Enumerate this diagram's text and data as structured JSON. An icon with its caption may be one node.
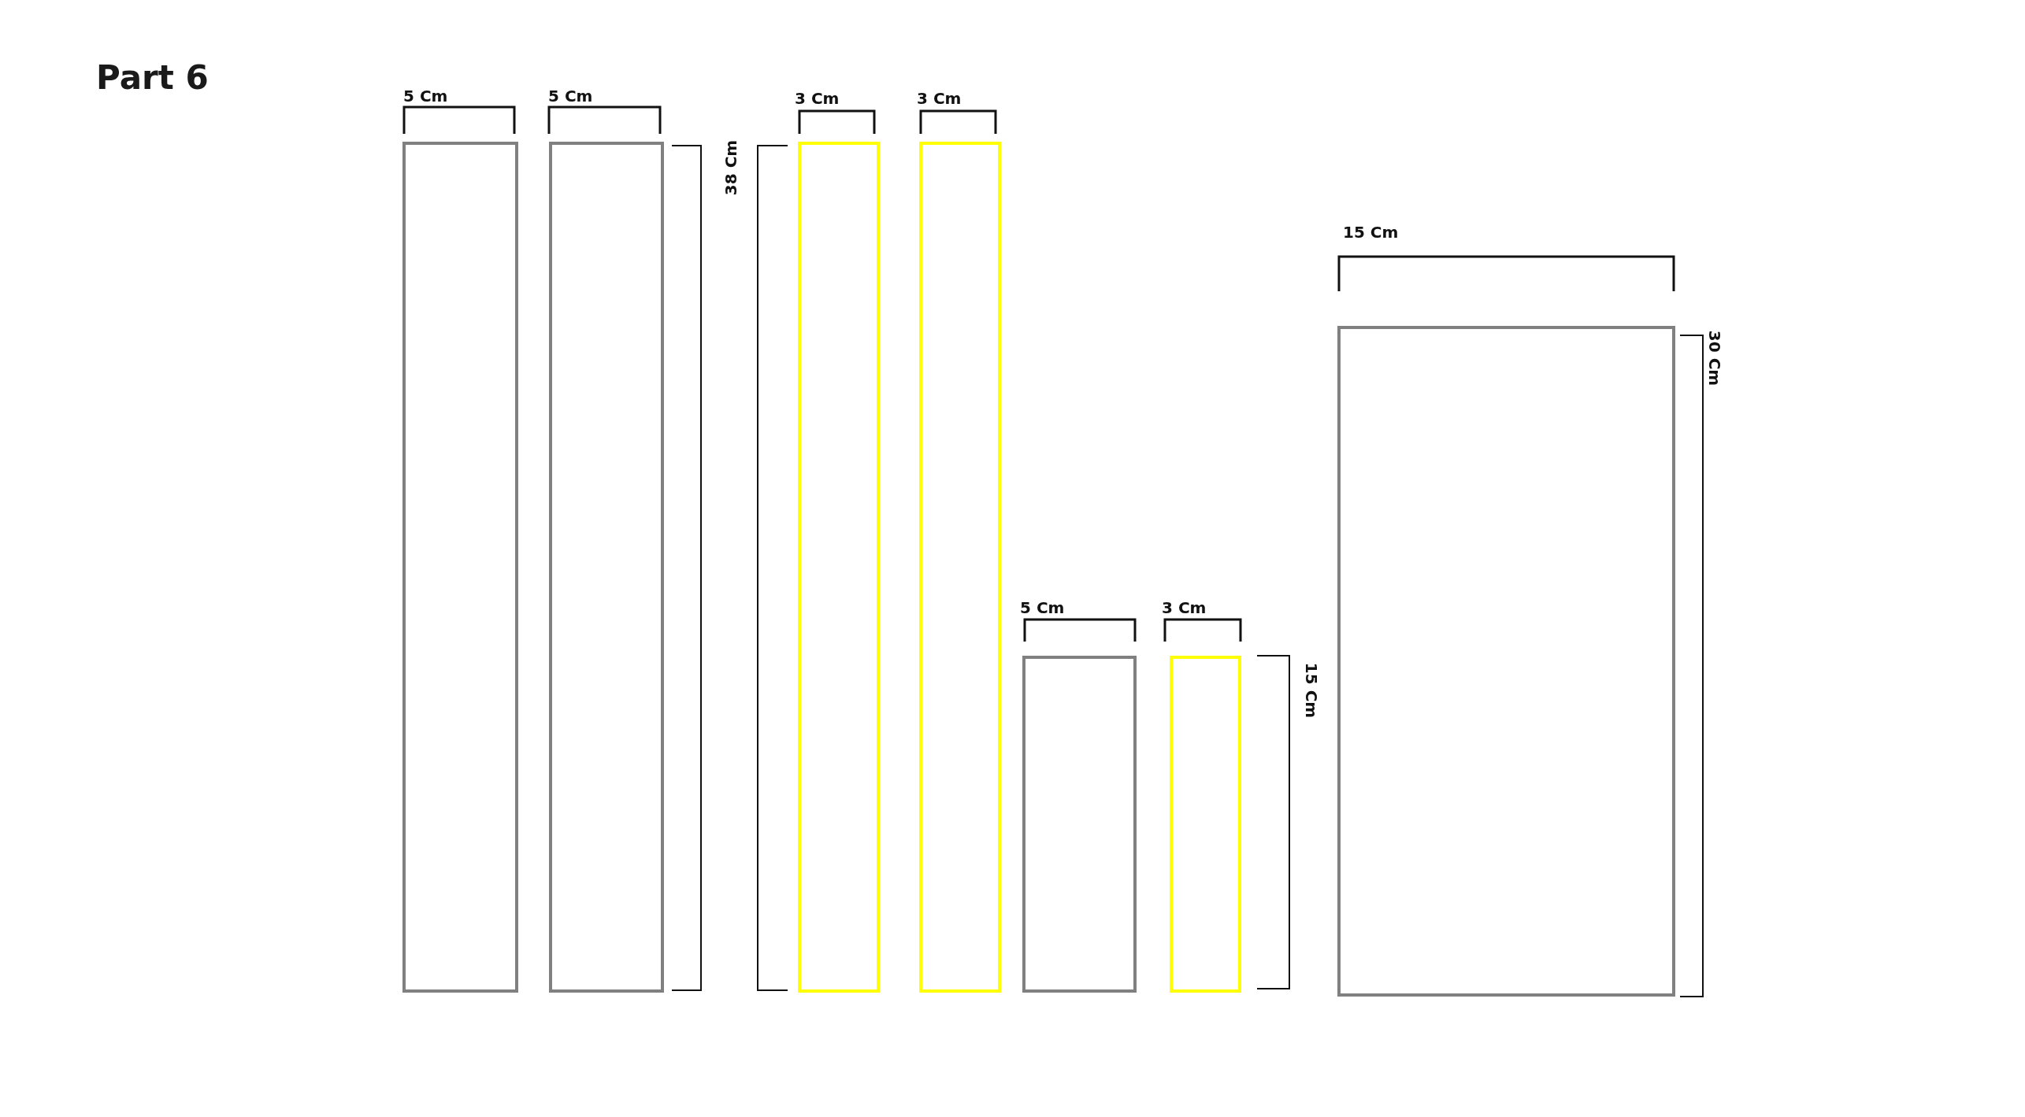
{
  "diagram": {
    "title": "Part 6",
    "labels": [
      "5 Cm",
      "5 Cm",
      "3 Cm",
      "3 Cm",
      "38 Cm",
      "15 Cm",
      "30 Cm",
      "5 Cm",
      "3 Cm",
      "15 Cm"
    ]
  }
}
